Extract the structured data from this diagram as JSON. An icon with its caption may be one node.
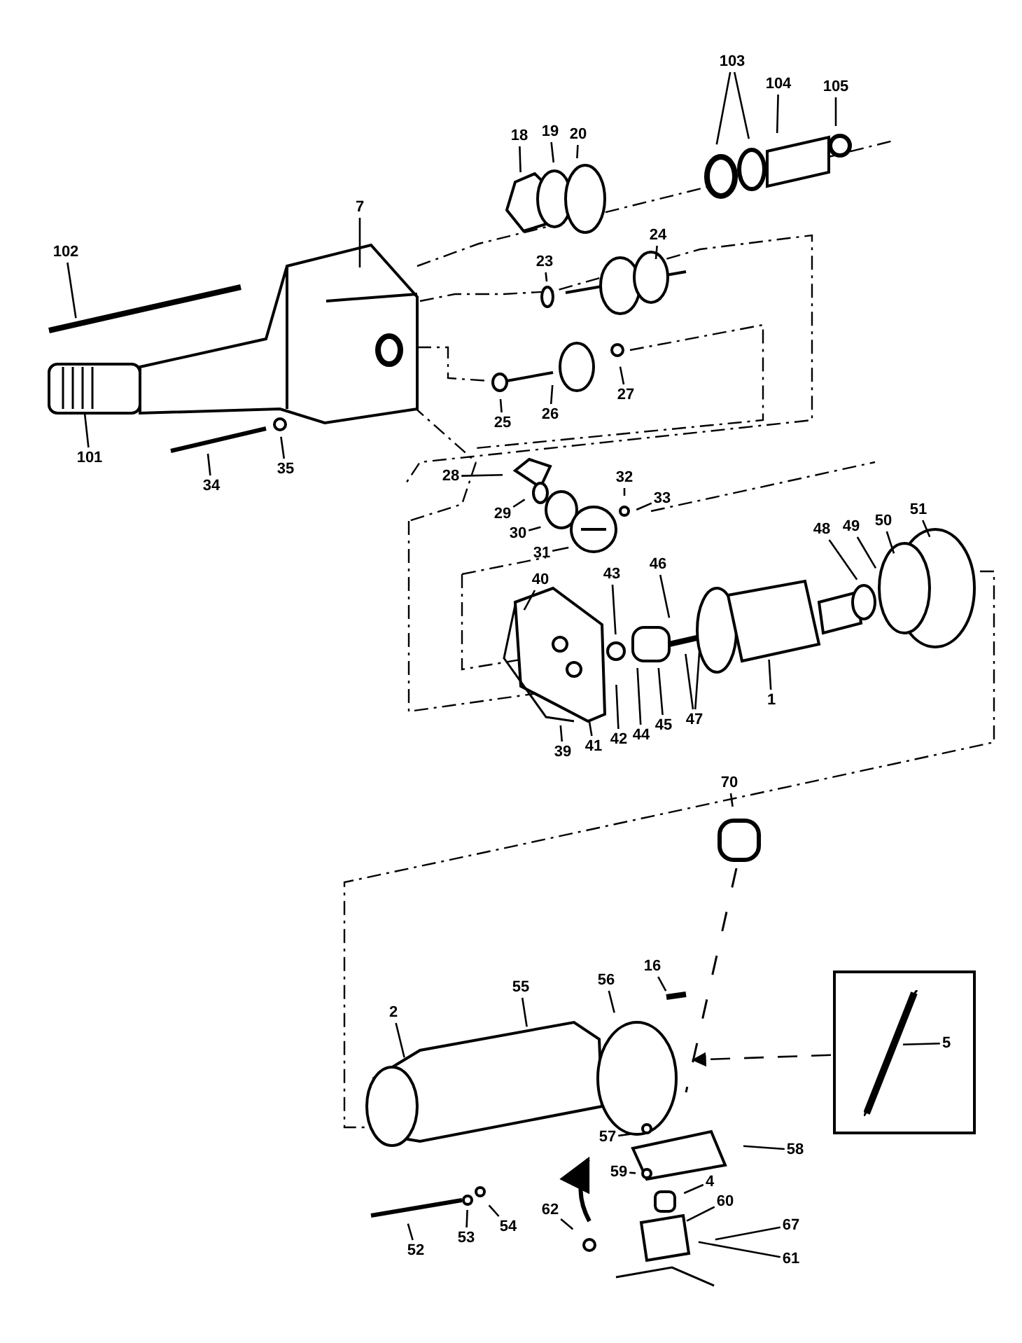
{
  "diagram": {
    "nodes": [
      {
        "text": [
          "103"
        ]
      },
      {
        "text": [
          "104"
        ]
      },
      {
        "text": [
          "105"
        ]
      },
      {
        "text": [
          "18"
        ]
      },
      {
        "text": [
          "19"
        ]
      },
      {
        "text": [
          "20"
        ]
      },
      {
        "text": [
          "7"
        ]
      },
      {
        "text": [
          "24"
        ]
      },
      {
        "text": [
          "102"
        ]
      },
      {
        "text": [
          "23"
        ]
      },
      {
        "text": [
          "27"
        ]
      },
      {
        "text": [
          "25"
        ]
      },
      {
        "text": [
          "26"
        ]
      },
      {
        "text": [
          "101"
        ]
      },
      {
        "text": [
          "35"
        ]
      },
      {
        "text": [
          "34"
        ]
      },
      {
        "text": [
          "28"
        ]
      },
      {
        "text": [
          "32"
        ]
      },
      {
        "text": [
          "33"
        ]
      },
      {
        "text": [
          "29"
        ]
      },
      {
        "text": [
          "30"
        ]
      },
      {
        "text": [
          "31"
        ]
      },
      {
        "text": [
          "51"
        ]
      },
      {
        "text": [
          "50"
        ]
      },
      {
        "text": [
          "48"
        ]
      },
      {
        "text": [
          "49"
        ]
      },
      {
        "text": [
          "46"
        ]
      },
      {
        "text": [
          "43"
        ]
      },
      {
        "text": [
          "40"
        ]
      },
      {
        "text": [
          "1"
        ]
      },
      {
        "text": [
          "47"
        ]
      },
      {
        "text": [
          "45"
        ]
      },
      {
        "text": [
          "44"
        ]
      },
      {
        "text": [
          "42"
        ]
      },
      {
        "text": [
          "41"
        ]
      },
      {
        "text": [
          "39"
        ]
      },
      {
        "text": [
          "70"
        ]
      },
      {
        "text": [
          "16"
        ]
      },
      {
        "text": [
          "56"
        ]
      },
      {
        "text": [
          "55"
        ]
      },
      {
        "text": [
          "2"
        ]
      },
      {
        "text": [],
        "shape": "box"
      },
      {
        "text": [
          "5"
        ],
        "in": 41
      },
      {
        "text": [
          "57"
        ]
      },
      {
        "text": [
          "58"
        ]
      },
      {
        "text": [
          "59"
        ]
      },
      {
        "text": [
          "4"
        ]
      },
      {
        "text": [
          "60"
        ]
      },
      {
        "text": [
          "62"
        ]
      },
      {
        "text": [
          "67"
        ]
      },
      {
        "text": [
          "52"
        ]
      },
      {
        "text": [
          "53"
        ]
      },
      {
        "text": [
          "54"
        ]
      },
      {
        "text": [
          "61"
        ]
      }
    ],
    "edges": [
      {
        "from": 0,
        "to": null,
        "arrow": "none"
      },
      {
        "from": 0,
        "to": null,
        "arrow": "none"
      },
      {
        "from": 1,
        "to": null,
        "arrow": "none"
      },
      {
        "from": 2,
        "to": null,
        "arrow": "none"
      },
      {
        "from": 3,
        "to": null,
        "arrow": "none"
      },
      {
        "from": 4,
        "to": null,
        "arrow": "none"
      },
      {
        "from": 5,
        "to": null,
        "arrow": "none"
      },
      {
        "from": 6,
        "to": null,
        "arrow": "none"
      },
      {
        "from": 7,
        "to": null,
        "arrow": "none"
      },
      {
        "from": 8,
        "to": null,
        "arrow": "none"
      },
      {
        "from": 9,
        "to": null,
        "arrow": "none"
      },
      {
        "from": 10,
        "to": null,
        "arrow": "none"
      },
      {
        "from": 11,
        "to": null,
        "arrow": "none"
      },
      {
        "from": 12,
        "to": null,
        "arrow": "none"
      },
      {
        "from": 13,
        "to": null,
        "arrow": "none"
      },
      {
        "from": 14,
        "to": null,
        "arrow": "none"
      },
      {
        "from": 15,
        "to": null,
        "arrow": "none"
      },
      {
        "from": 16,
        "to": null,
        "arrow": "none"
      },
      {
        "from": 17,
        "to": null,
        "arrow": "none"
      },
      {
        "from": 18,
        "to": null,
        "arrow": "none"
      },
      {
        "from": 19,
        "to": null,
        "arrow": "none"
      },
      {
        "from": 20,
        "to": null,
        "arrow": "none"
      },
      {
        "from": 21,
        "to": null,
        "arrow": "none"
      },
      {
        "from": 22,
        "to": null,
        "arrow": "none"
      },
      {
        "from": 23,
        "to": null,
        "arrow": "none"
      },
      {
        "from": 24,
        "to": null,
        "arrow": "none"
      },
      {
        "from": 25,
        "to": null,
        "arrow": "none"
      },
      {
        "from": 26,
        "to": null,
        "arrow": "none"
      },
      {
        "from": 27,
        "to": null,
        "arrow": "none"
      },
      {
        "from": 28,
        "to": null,
        "arrow": "none"
      },
      {
        "from": 29,
        "to": null,
        "arrow": "none"
      },
      {
        "from": 30,
        "to": null,
        "arrow": "none"
      },
      {
        "from": 30,
        "to": null,
        "arrow": "none"
      },
      {
        "from": 31,
        "to": null,
        "arrow": "none"
      },
      {
        "from": 32,
        "to": null,
        "arrow": "none"
      },
      {
        "from": 33,
        "to": null,
        "arrow": "none"
      },
      {
        "from": 34,
        "to": null,
        "arrow": "none"
      },
      {
        "from": 35,
        "to": null,
        "arrow": "none"
      },
      {
        "from": 36,
        "to": null,
        "arrow": "none"
      },
      {
        "from": 37,
        "to": null,
        "arrow": "none"
      },
      {
        "from": 38,
        "to": null,
        "arrow": "none"
      },
      {
        "from": 39,
        "to": null,
        "arrow": "none"
      },
      {
        "from": 40,
        "to": null,
        "arrow": "none"
      },
      {
        "from": 41,
        "to": null,
        "arrow": "to",
        "style": "dashed"
      },
      {
        "from": 42,
        "to": null,
        "arrow": "none"
      },
      {
        "from": 43,
        "to": null,
        "arrow": "none"
      },
      {
        "from": 44,
        "to": null,
        "arrow": "none"
      },
      {
        "from": 45,
        "to": null,
        "arrow": "none"
      },
      {
        "from": 46,
        "to": null,
        "arrow": "none"
      },
      {
        "from": 47,
        "to": null,
        "arrow": "none"
      },
      {
        "from": 48,
        "to": null,
        "arrow": "none"
      },
      {
        "from": 49,
        "to": null,
        "arrow": "none"
      },
      {
        "from": 50,
        "to": null,
        "arrow": "none"
      },
      {
        "from": 51,
        "to": null,
        "arrow": "none"
      },
      {
        "from": 52,
        "to": null,
        "arrow": "none"
      },
      {
        "from": 53,
        "to": null,
        "arrow": "none"
      }
    ]
  }
}
